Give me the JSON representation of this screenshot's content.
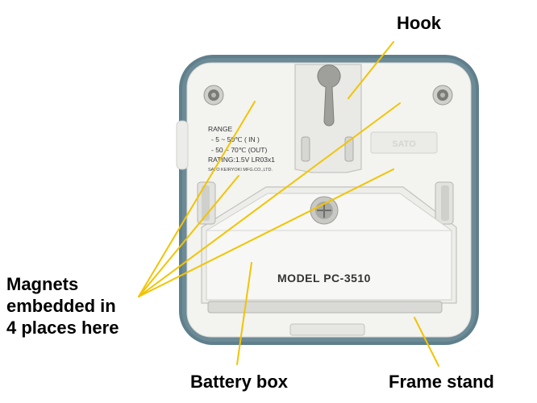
{
  "callouts": {
    "hook": "Hook",
    "magnets_line1": "Magnets",
    "magnets_line2": "embedded in",
    "magnets_line3": "4 places here",
    "battery_box": "Battery box",
    "frame_stand": "Frame stand"
  },
  "device": {
    "model_label": "MODEL  PC-3510",
    "spec_range": "RANGE",
    "spec_in": "- 5 ~ 50℃ ( IN )",
    "spec_out": "- 50 ~ 70℃ (OUT)",
    "spec_rating": "RATING:1.5V LR03x1",
    "spec_maker": "SATO KEIRYOKI MFG.CO.,LTD.",
    "brand_emboss": "SATO"
  },
  "colors": {
    "leader": "#f2c400",
    "frame": "#5d7d8a",
    "body": "#f2f2ef",
    "text": "#000000"
  }
}
